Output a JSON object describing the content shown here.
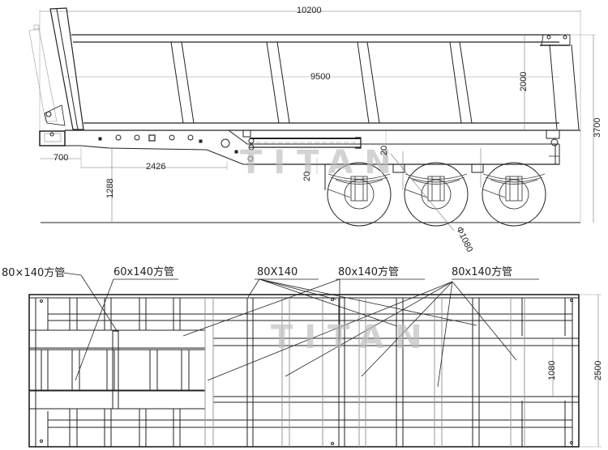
{
  "watermark": "TITAN",
  "side_view": {
    "dimensions": {
      "overall_length": "10200",
      "body_length": "9500",
      "body_height": "2000",
      "overall_height": "3700",
      "front_overhang": "700",
      "kingpin_offset": "2426",
      "fifth_wheel_height": "1288",
      "clearance_top": "20",
      "clearance_side": "20",
      "tire_diameter": "Φ1080"
    },
    "axles": 3
  },
  "top_view": {
    "dimensions": {
      "overall_width": "2500",
      "beam_spacing": "1080"
    },
    "callouts": [
      {
        "id": "left-outer",
        "text": "80×140方管"
      },
      {
        "id": "left-inner",
        "text": "60x140方管"
      },
      {
        "id": "mid-left",
        "text": "80X140"
      },
      {
        "id": "mid-right",
        "text": "80x140方管"
      },
      {
        "id": "right",
        "text": "80x140方管"
      }
    ]
  }
}
